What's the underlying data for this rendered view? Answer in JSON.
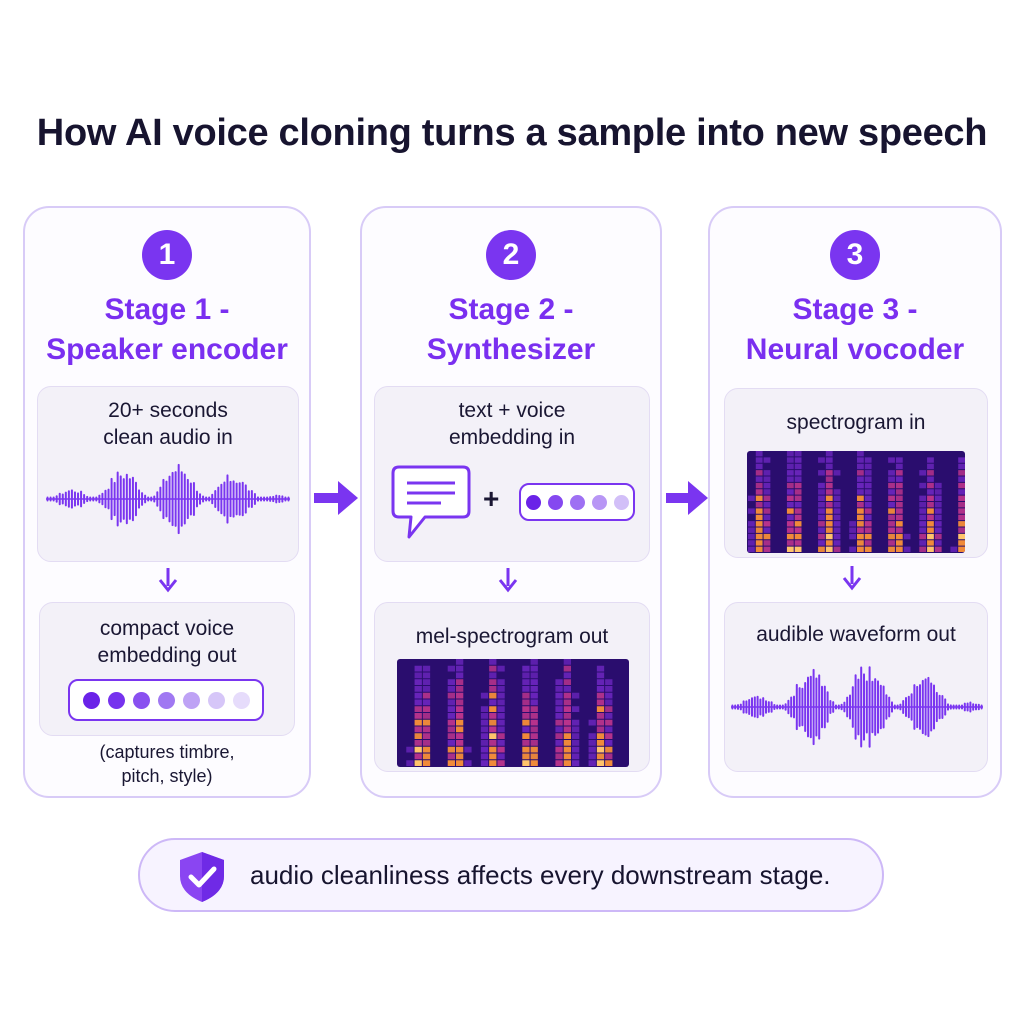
{
  "title": "How AI voice cloning turns a sample into new speech",
  "stages": [
    {
      "number": "1",
      "title_line1": "Stage 1 -",
      "title_line2": "Speaker encoder",
      "input_label_line1": "20+ seconds",
      "input_label_line2": "clean audio in",
      "output_label_line1": "compact voice",
      "output_label_line2": "embedding out",
      "note_line1": "(captures timbre,",
      "note_line2": "pitch, style)"
    },
    {
      "number": "2",
      "title_line1": "Stage 2 -",
      "title_line2": "Synthesizer",
      "input_label_line1": "text + voice",
      "input_label_line2": "embedding in",
      "plus_sign": "+",
      "output_label": "mel-spectrogram out"
    },
    {
      "number": "3",
      "title_line1": "Stage 3 -",
      "title_line2": "Neural vocoder",
      "input_label": "spectrogram in",
      "output_label": "audible waveform out"
    }
  ],
  "callout": {
    "text": "audio cleanliness affects every downstream stage."
  },
  "icons": {
    "waveform": "waveform-icon",
    "chat": "chat-bubble-icon",
    "arrow": "arrow-right-icon",
    "shield": "shield-check-icon"
  },
  "colors": {
    "accent": "#7a35f0",
    "accent_light": "#d8cbf7",
    "box_bg": "#f3f1f8",
    "spectrogram_dark": "#2a0d6e",
    "spectrogram_hot": "#ffb347"
  }
}
